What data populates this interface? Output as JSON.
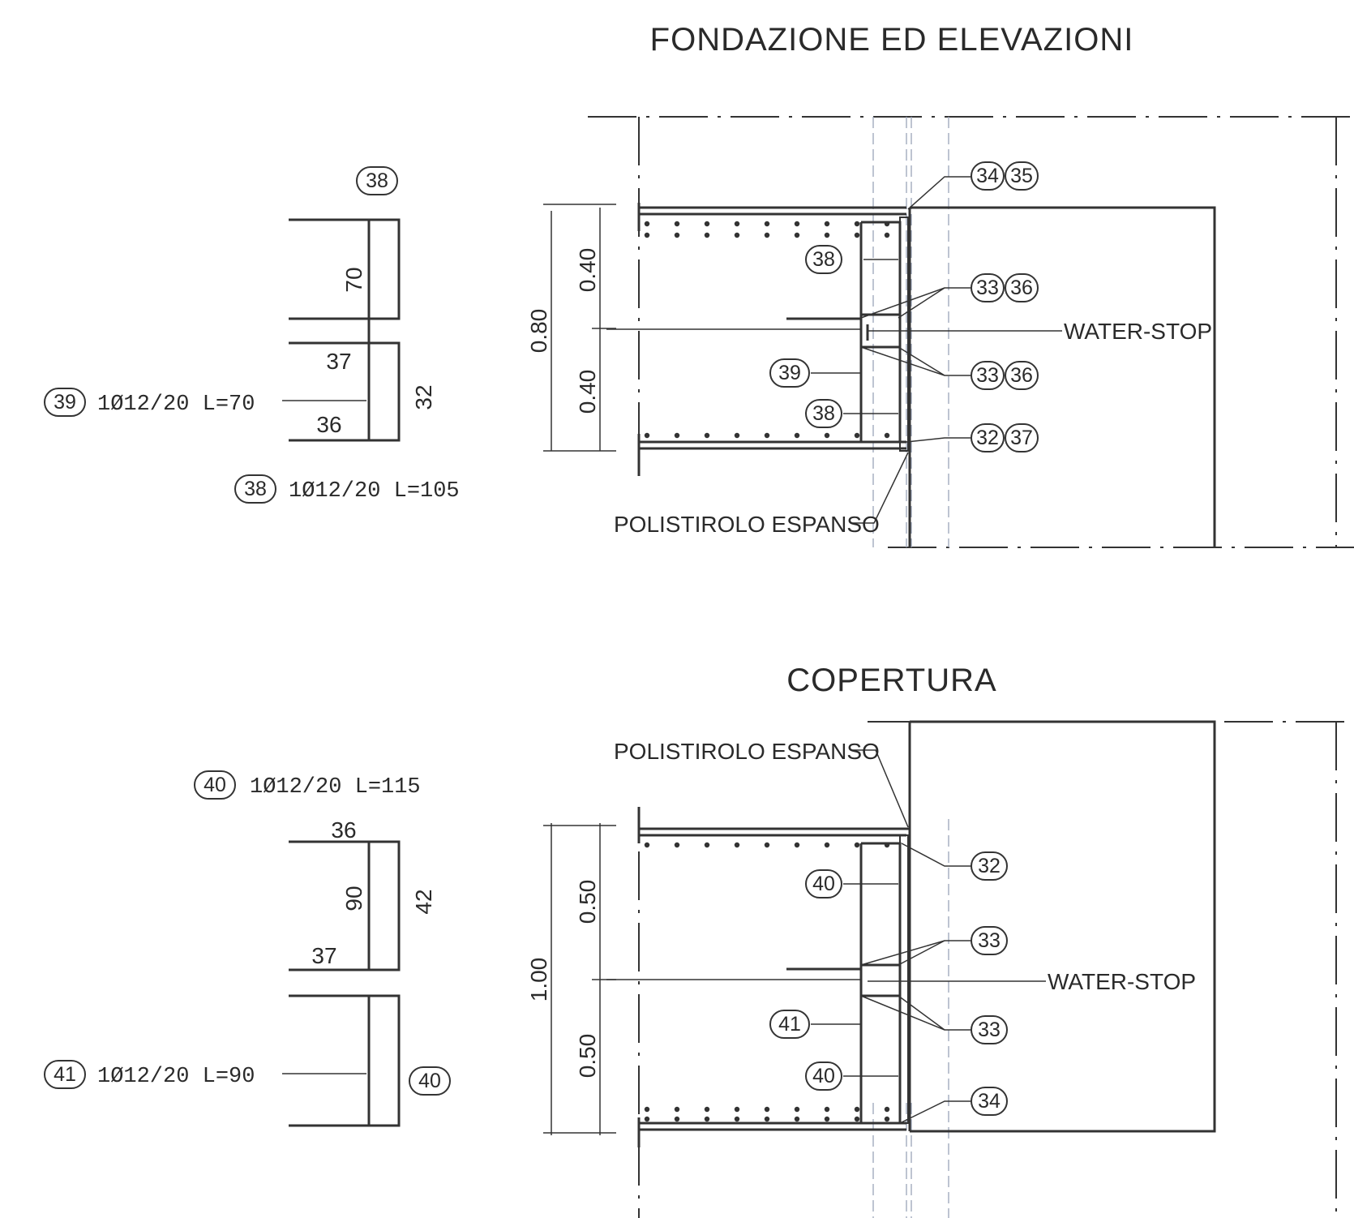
{
  "titles": {
    "top": "FONDAZIONE ED ELEVAZIONI",
    "bottom": "COPERTURA"
  },
  "notes": {
    "polistirolo": "POLISTIROLO ESPANSO",
    "waterstop": "WATER-STOP"
  },
  "top": {
    "dims": {
      "total": "0.80",
      "upper": "0.40",
      "lower": "0.40"
    },
    "tags": {
      "t34": "34",
      "t35": "35",
      "t38a": "38",
      "t33a": "33",
      "t36a": "36",
      "t33b": "33",
      "t36b": "36",
      "t39": "39",
      "t38b": "38",
      "t32": "32",
      "t37": "37"
    },
    "schedule": {
      "bar38_tag": "38",
      "bar38_dims": {
        "left": "70",
        "right": "32",
        "top": "37",
        "bottom": "36"
      },
      "bar39_tag": "39",
      "bar39_desc": "1Ø12/20  L=70",
      "bar38_label_tag": "38",
      "bar38_desc": "1Ø12/20  L=105"
    }
  },
  "bottom": {
    "dims": {
      "total": "1.00",
      "upper": "0.50",
      "lower": "0.50"
    },
    "tags": {
      "t32": "32",
      "t40a": "40",
      "t33a": "33",
      "t33b": "33",
      "t41": "41",
      "t40b": "40",
      "t34": "34"
    },
    "schedule": {
      "bar40_tag": "40",
      "bar40_desc": "1Ø12/20  L=115",
      "bar40_dims": {
        "top": "36",
        "left": "90",
        "right": "42",
        "mid": "37"
      },
      "bar41_tag": "41",
      "bar41_desc": "1Ø12/20  L=90",
      "bar40_side_tag": "40"
    }
  }
}
